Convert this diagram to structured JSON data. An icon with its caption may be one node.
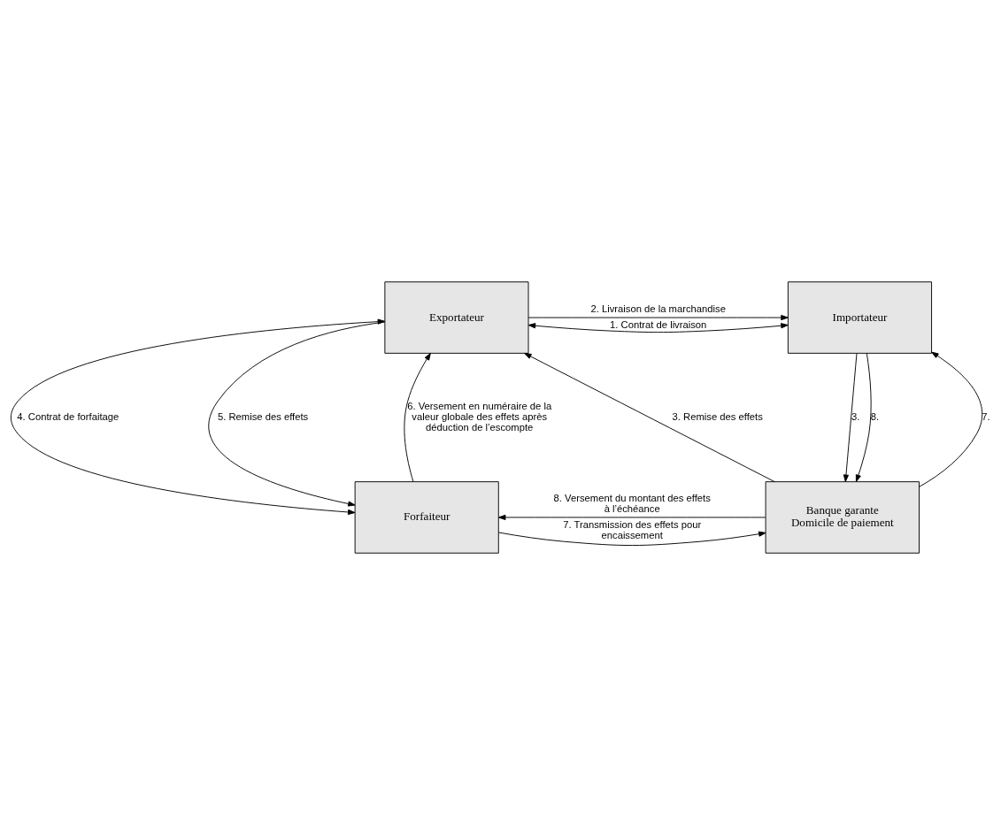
{
  "diagram": {
    "nodes": [
      {
        "text": [
          "Exportateur"
        ]
      },
      {
        "text": [
          "Importateur"
        ]
      },
      {
        "text": [
          "Banque garante",
          "Domicile de paiement"
        ]
      },
      {
        "text": [
          "Forfaiteur"
        ]
      }
    ],
    "edges": [
      {
        "from": 0,
        "to": 1,
        "arrow": "both",
        "label": "1. Contrat de livraison"
      },
      {
        "from": 0,
        "to": 1,
        "arrow": "to",
        "label": "2. Livraison de la marchandise"
      },
      {
        "from": 2,
        "to": 0,
        "arrow": "to",
        "label": "3. Remise des effets"
      },
      {
        "from": 1,
        "to": 2,
        "arrow": "to",
        "label": "3."
      },
      {
        "from": 2,
        "to": 1,
        "arrow": "to",
        "label": "7."
      },
      {
        "from": 1,
        "to": 2,
        "arrow": "to",
        "label": "8."
      },
      {
        "from": 0,
        "to": 3,
        "arrow": "both",
        "label": "4. Contrat de forfaitage"
      },
      {
        "from": 0,
        "to": 3,
        "arrow": "to",
        "label": "5. Remise des effets"
      },
      {
        "from": 3,
        "to": 0,
        "arrow": "to",
        "label": "6. Versement en numéraire de la valeur globale des effets après déduction de l’escompte"
      },
      {
        "from": 3,
        "to": 2,
        "arrow": "to",
        "label": "7. Transmission des effets pour encaissement"
      },
      {
        "from": 2,
        "to": 3,
        "arrow": "to",
        "label": "8. Versement du montant des effets à l’échéance"
      }
    ]
  }
}
